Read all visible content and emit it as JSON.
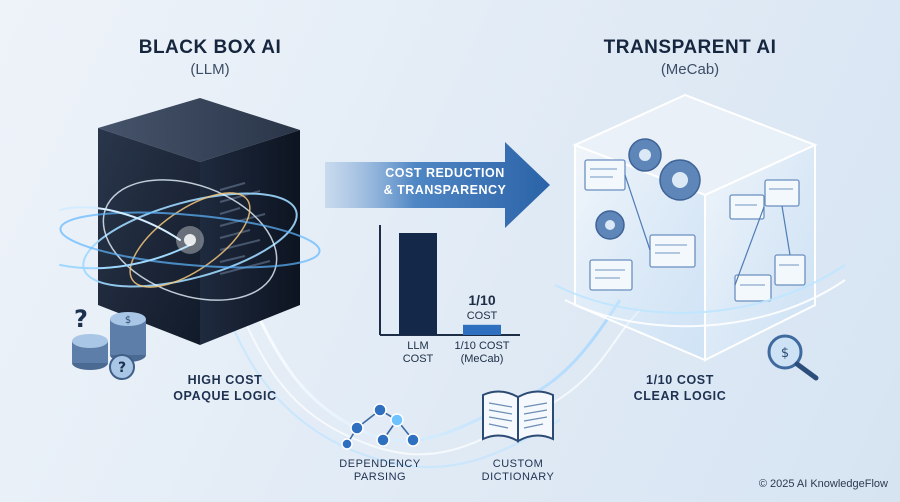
{
  "left": {
    "title": "BLACK BOX AI",
    "subtitle": "(LLM)",
    "caption_line1": "HIGH COST",
    "caption_line2": "OPAQUE LOGIC"
  },
  "right": {
    "title": "TRANSPARENT AI",
    "subtitle": "(MeCab)",
    "caption_line1": "1/10 COST",
    "caption_line2": "CLEAR LOGIC"
  },
  "arrow": {
    "line1": "COST REDUCTION",
    "line2": "& TRANSPARENCY"
  },
  "chart_data": {
    "type": "bar",
    "categories": [
      "LLM COST",
      "1/10 COST (MeCab)"
    ],
    "category_lines": [
      [
        "LLM",
        "COST"
      ],
      [
        "1/10 COST",
        "(MeCab)"
      ]
    ],
    "values": [
      10,
      1
    ],
    "value_labels": [
      "",
      "1/10 COST"
    ],
    "value_label_lines": [
      [],
      [
        "1/10",
        "COST"
      ]
    ],
    "colors": [
      "#14284a",
      "#2f6fc0"
    ]
  },
  "bottom": {
    "dependency_line1": "DEPENDENCY",
    "dependency_line2": "PARSING",
    "dictionary_line1": "CUSTOM",
    "dictionary_line2": "DICTIONARY"
  },
  "footer": {
    "copyright": "© 2025 AI KnowledgeFlow"
  },
  "colors": {
    "dark_cube": "#1b2639",
    "accent_blue": "#2f6fc0",
    "arrow_blue": "#4277b8",
    "glow": "#8fd0ff"
  }
}
